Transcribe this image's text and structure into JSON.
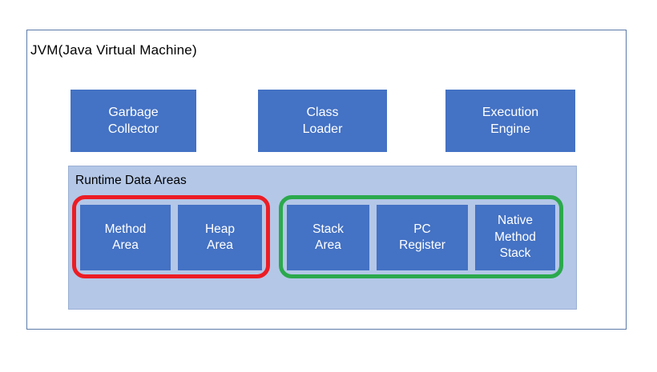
{
  "diagram": {
    "title": "JVM(Java Virtual Machine)",
    "background_color": "#FFFFFF",
    "frame_border_color": "#5B7BA8",
    "component_color": "#4472C4",
    "panel_color": "#B4C7E7",
    "group_colors": {
      "memory_shared": "#EC1C24",
      "thread_private": "#2BA94C"
    }
  },
  "top_components": [
    {
      "label": "Garbage\nCollector",
      "line1": "Garbage",
      "line2": "Collector"
    },
    {
      "label": "Class\nLoader",
      "line1": "Class",
      "line2": "Loader"
    },
    {
      "label": "Execution\nEngine",
      "line1": "Execution",
      "line2": "Engine"
    }
  ],
  "runtime_data_areas": {
    "title": "Runtime Data Areas",
    "red_group": [
      {
        "line1": "Method",
        "line2": "Area",
        "line3": ""
      },
      {
        "line1": "Heap",
        "line2": "Area",
        "line3": ""
      }
    ],
    "green_group": [
      {
        "line1": "Stack",
        "line2": "Area",
        "line3": ""
      },
      {
        "line1": "PC",
        "line2": "Register",
        "line3": ""
      },
      {
        "line1": "Native",
        "line2": "Method",
        "line3": "Stack"
      }
    ]
  }
}
